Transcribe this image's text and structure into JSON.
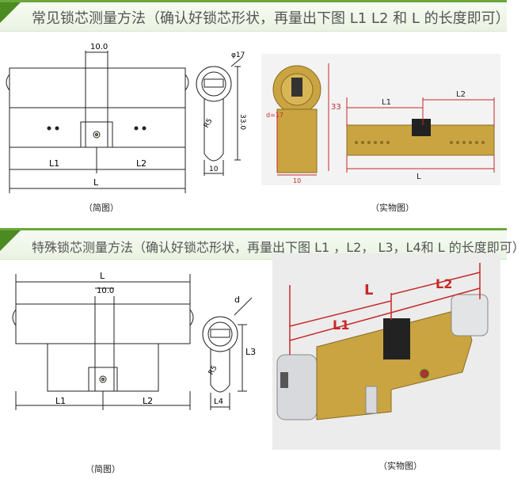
{
  "section1": {
    "title": "常见锁芯测量方法（确认好锁芯形状，再量出下图 L1 L2 和 L 的长度即可）",
    "diagram_labels": {
      "dim_top": "10.0",
      "l1": "L1",
      "l2": "L2",
      "l": "L",
      "dia": "φ17",
      "height": "33.0",
      "radius": "R5",
      "width": "10"
    },
    "photo_labels": {
      "d": "d=17",
      "h": "33",
      "w": "10",
      "l1": "L1",
      "l2": "L2",
      "l": "L"
    },
    "caption_left": "（简图）",
    "caption_right": "（实物图）"
  },
  "section2": {
    "title": "特殊锁芯测量方法（确认好锁芯形状，再量出下图 L1 ，L2， L3，L4和 L 的长度即可）",
    "diagram_labels": {
      "l": "L",
      "dim_top": "10.0",
      "l1": "L1",
      "l2": "L2",
      "d": "d",
      "l3": "L3",
      "l4": "L4",
      "radius": "R5"
    },
    "photo_labels": {
      "l": "L",
      "l1": "L1",
      "l2": "L2"
    },
    "caption_left": "（简图）",
    "caption_right": "（实物图）"
  },
  "colors": {
    "accent_green": "#4c8a22",
    "dimension_red": "#c62828",
    "brass": "#c9a441"
  }
}
